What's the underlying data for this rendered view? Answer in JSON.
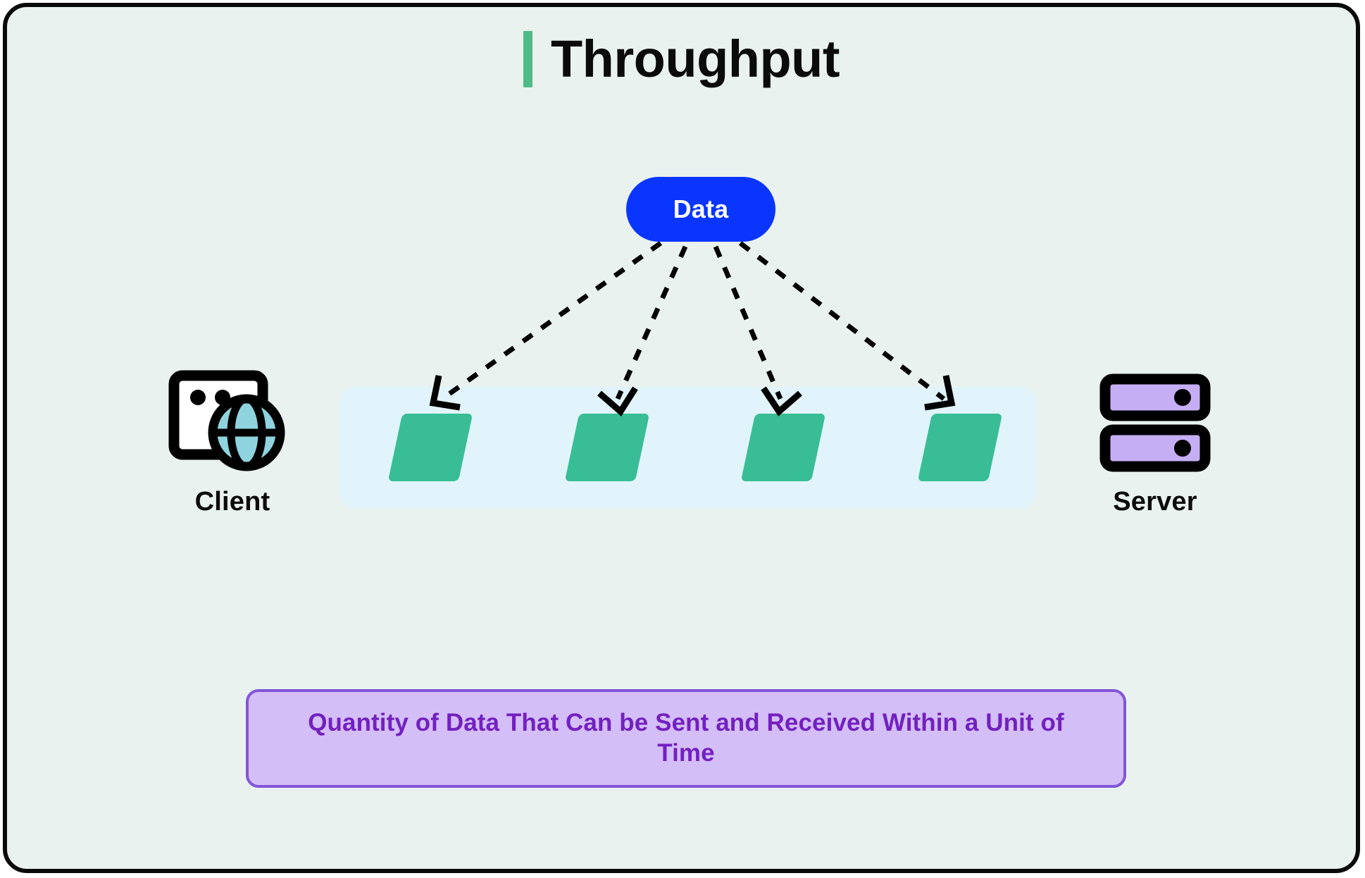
{
  "card": {
    "background_color": "#E9F2EE",
    "border_color": "#0A0A0A"
  },
  "header": {
    "title": "Throughput",
    "accent_color": "#4FBB85"
  },
  "diagram": {
    "source_node": {
      "label": "Data",
      "fill_color": "#0A35FF",
      "text_color": "#FFFFFF"
    },
    "client_node": {
      "label": "Client",
      "icon": "browser-globe-icon",
      "globe_color": "#8ED3DE"
    },
    "server_node": {
      "label": "Server",
      "icon": "server-rack-icon",
      "rack_color": "#C6AEF5"
    },
    "pipe": {
      "band_color": "#E1F4FB",
      "packet_color": "#38BD95",
      "packet_count": 4,
      "packets": [
        {
          "name": "packet-1"
        },
        {
          "name": "packet-2"
        },
        {
          "name": "packet-3"
        },
        {
          "name": "packet-4"
        }
      ]
    },
    "arrows": {
      "count": 4,
      "style": "dashed",
      "color": "#000000",
      "from": "Data",
      "to": "packets"
    }
  },
  "caption": {
    "text": "Quantity of Data That Can be Sent and Received Within a Unit of Time",
    "line1": "Quantity of Data That Can be Sent and Received Within a",
    "line2": "Unit of Time",
    "fill_color": "#D4BEF8",
    "border_color": "#8355D8",
    "text_color": "#7320C0"
  }
}
